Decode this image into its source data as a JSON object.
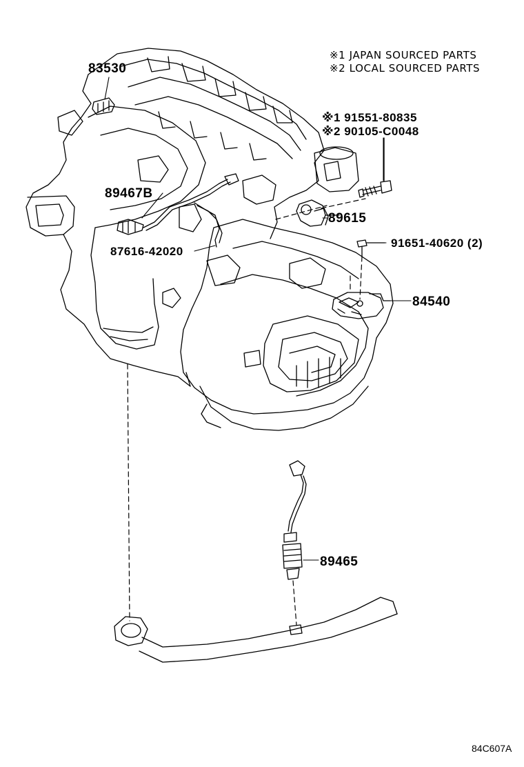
{
  "legend": {
    "note1": "※1 JAPAN SOURCED PARTS",
    "note2": "※2 LOCAL SOURCED PARTS"
  },
  "parts": {
    "p83530": "83530",
    "p89467b": "89467B",
    "p87616": "87616-42020",
    "p91551": "※1 91551-80835",
    "p90105": "※2 90105-C0048",
    "p89615": "89615",
    "p91651": "91651-40620 (2)",
    "p84540": "84540",
    "p89465": "89465"
  },
  "figure_code": "84C607A"
}
